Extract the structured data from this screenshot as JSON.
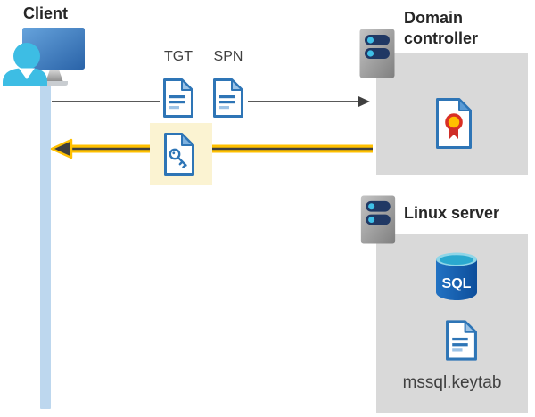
{
  "client": {
    "label": "Client"
  },
  "flow": {
    "tgt_label": "TGT",
    "spn_label": "SPN"
  },
  "domain_controller": {
    "title": "Domain controller"
  },
  "linux_server": {
    "title": "Linux server",
    "sql_badge": "SQL",
    "keytab_file": "mssql.keytab"
  },
  "colors": {
    "box_gray": "#d9d9d9",
    "lifeline_blue": "#bdd7ee",
    "highlight_yellow": "#fbf3d2",
    "arrow_yellow": "#ffc000",
    "arrow_dark": "#3f3f3f",
    "arrow_gray": "#595959",
    "doc_blue": "#2e75b6",
    "doc_light_blue": "#9dc3e6",
    "server_bar_navy": "#203864",
    "server_dot_cyan": "#3fc0e8",
    "cert_seal_red": "#d93025",
    "cert_seal_gold": "#ffc000",
    "sql_body_blue": "#1260b0",
    "sql_top_cyan": "#2aa9cf"
  }
}
